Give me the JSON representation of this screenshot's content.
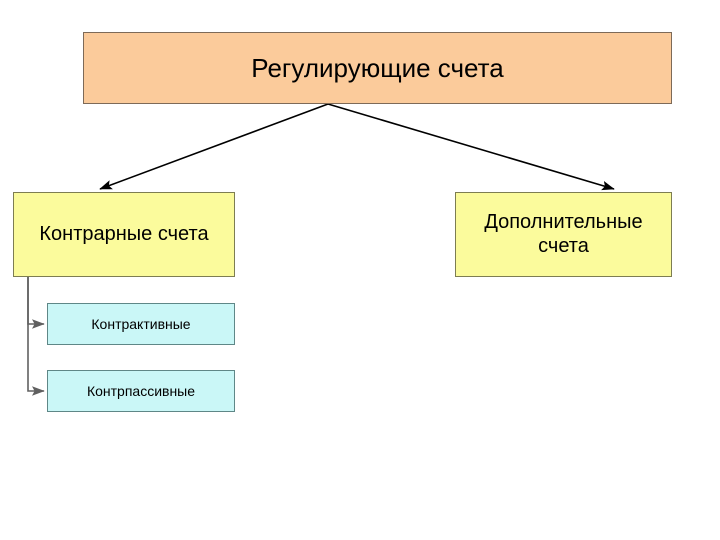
{
  "diagram": {
    "title": "Регулирующие счета",
    "nodes": {
      "root": {
        "label": "Регулирующие счета",
        "color": "#fbcb9b"
      },
      "contrary": {
        "label": "Контрарные счета",
        "color": "#fbfb9c"
      },
      "additional": {
        "label": "Дополнительные счета",
        "color": "#fbfb9c"
      },
      "contractive": {
        "label": "Контрактивные",
        "color": "#caf7f7"
      },
      "contrapassive": {
        "label": "Контрпассивные",
        "color": "#caf7f7"
      }
    },
    "connectors": [
      {
        "name": "root-to-contrary",
        "style": "diagonal-arrow",
        "color": "#000000"
      },
      {
        "name": "root-to-additional",
        "style": "diagonal-arrow",
        "color": "#000000"
      },
      {
        "name": "contrary-to-contractive",
        "style": "elbow-arrow",
        "color": "#606060"
      },
      {
        "name": "contrary-to-contrapassive",
        "style": "elbow-arrow",
        "color": "#606060"
      }
    ]
  }
}
